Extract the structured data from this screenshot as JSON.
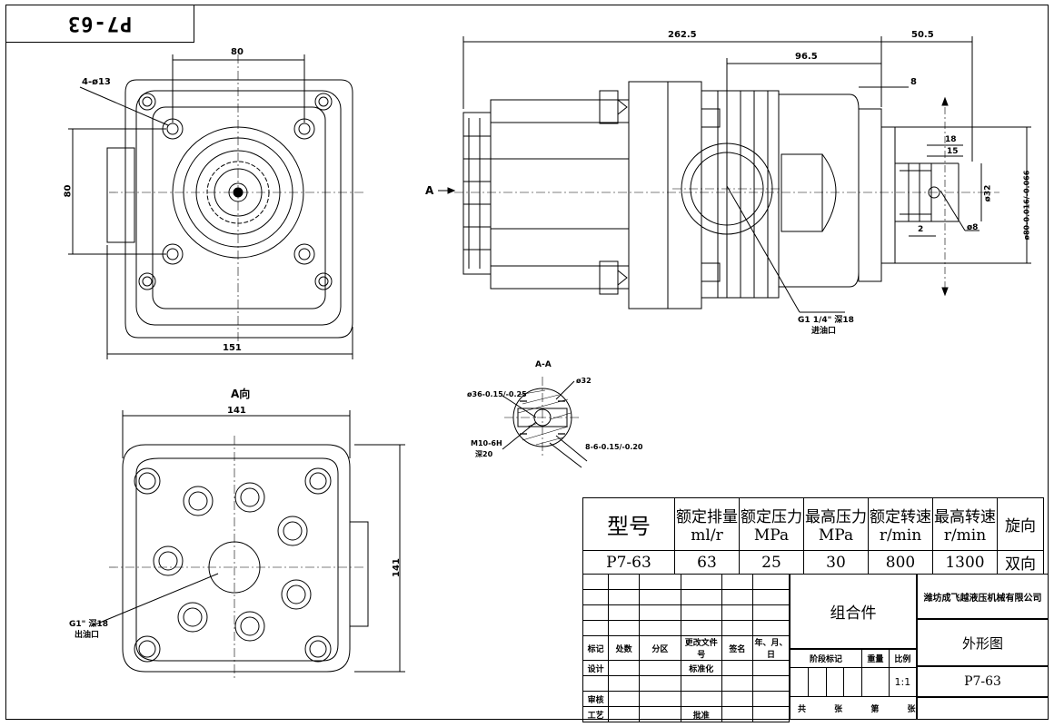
{
  "drawing": {
    "corner_code": "P7-63",
    "front_view": {
      "dim_top": "80",
      "dim_left": "80",
      "dim_bottom": "151",
      "holes": "4-ø13"
    },
    "side_view": {
      "dim_total": "262.5",
      "dim_shaft": "50.5",
      "dim_port": "96.5",
      "dim_small": "8",
      "dim_18": "18",
      "dim_15": "15",
      "dim_2": "2",
      "dim_d8": "ø8",
      "dim_d32": "ø32",
      "dim_d80": "ø80-0.016/-0.066",
      "view_arrow": "A",
      "inlet_label": "G1 1/4\" 深18",
      "inlet_sub": "进油口"
    },
    "section": {
      "title": "A-A",
      "d36": "ø36-0.15/-0.25",
      "d32": "ø32",
      "thread": "M10-6H",
      "thread_depth": "深20",
      "spline": "8-6-0.15/-0.20"
    },
    "view_a": {
      "title": "A向",
      "dim_top": "141",
      "dim_right": "141",
      "outlet_label": "G1\" 深18",
      "outlet_sub": "出油口"
    }
  },
  "spec_table": {
    "headers": [
      "型号",
      "额定排量",
      "额定压力",
      "最高压力",
      "额定转速",
      "最高转速",
      "旋向"
    ],
    "units": [
      "ml/r",
      "MPa",
      "MPa",
      "r/min",
      "r/min"
    ],
    "values": [
      "P7-63",
      "63",
      "25",
      "30",
      "800",
      "1300",
      "双向"
    ]
  },
  "title_block": {
    "company": "潍坊成飞越液压机械有限公司",
    "assembly": "组合件",
    "drawing_name": "外形图",
    "drawing_no": "P7-63",
    "scale": "1:1",
    "rev_headers": [
      "标记",
      "处数",
      "分区",
      "更改文件号",
      "签名",
      "年、月、日"
    ],
    "design": "设计",
    "standardize": "标准化",
    "review": "审核",
    "process": "工艺",
    "approve": "批准",
    "stage_mark": "阶段标记",
    "weight": "重量",
    "ratio": "比例",
    "total": "共",
    "sheet": "张",
    "page_no": "第",
    "sheet2": "张"
  }
}
